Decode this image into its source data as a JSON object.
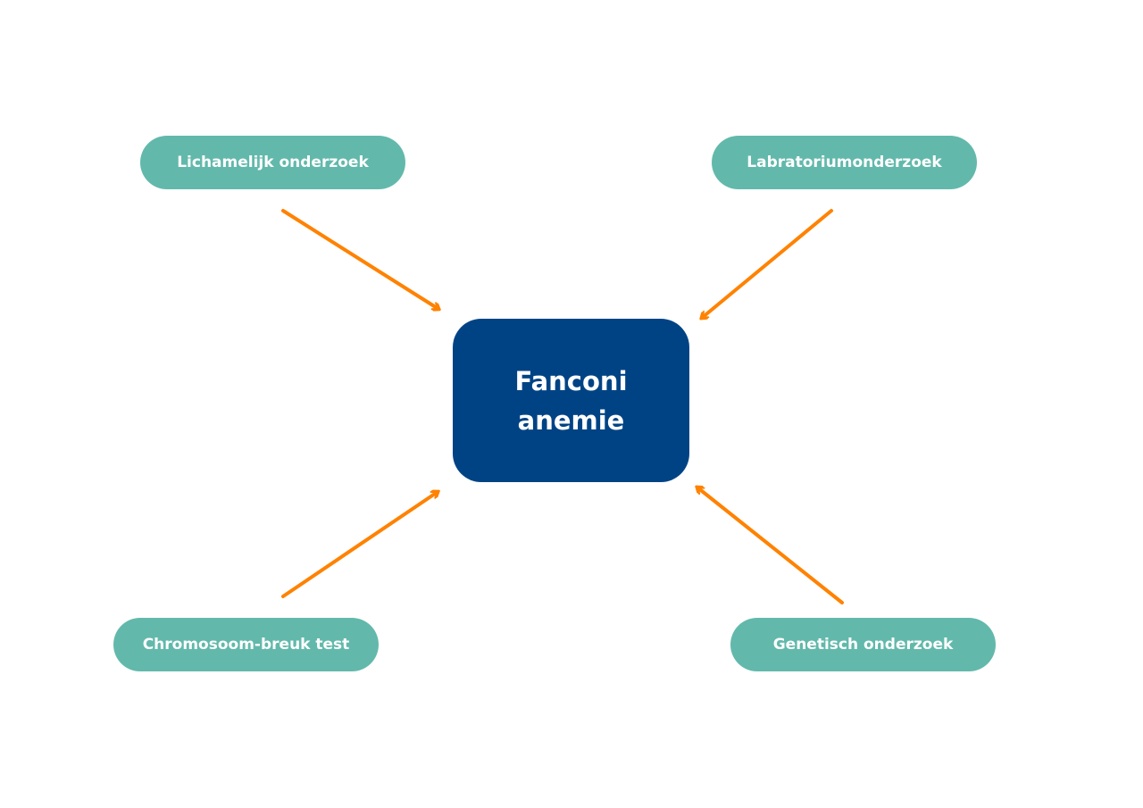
{
  "center": {
    "line1": "Fanconi",
    "line2": "anemie"
  },
  "nodes": {
    "top_left": "Lichamelijk onderzoek",
    "top_right": "Labratoriumonderzoek",
    "bottom_left": "Chromosoom-breuk test",
    "bottom_right": "Genetisch onderzoek"
  },
  "colors": {
    "node": "#62b9ab",
    "center": "#004385",
    "arrow": "#ff8200"
  }
}
